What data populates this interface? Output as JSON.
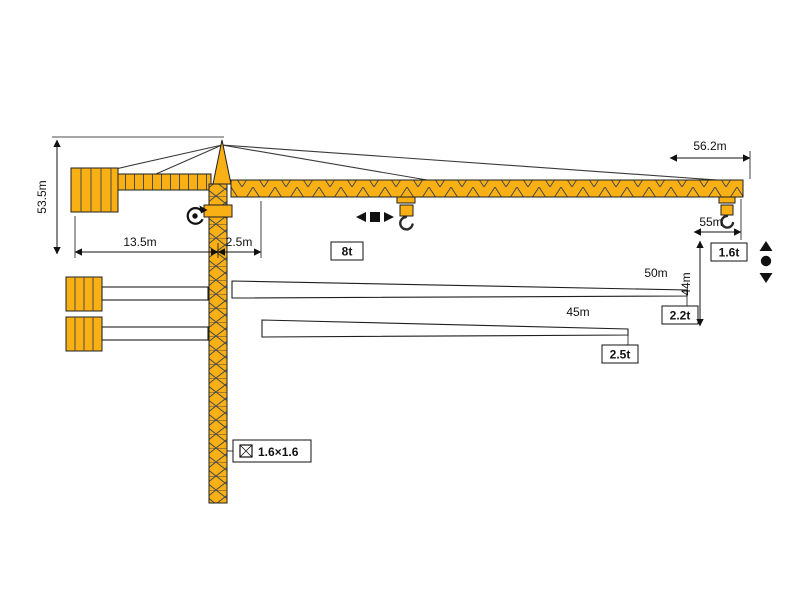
{
  "dimensions": {
    "height": "53.5m",
    "counter_jib_radius": "13.5m",
    "slew_offset": "2.5m",
    "overall_length": "56.2m",
    "tip_radius": "55m",
    "hook_height": "44m",
    "mast_section": "1.6×1.6"
  },
  "loads": {
    "max_capacity": "8t",
    "tip_capacity": "1.6t"
  },
  "variants": [
    {
      "length": "50m",
      "tip_load": "2.2t"
    },
    {
      "length": "45m",
      "tip_load": "2.5t"
    }
  ],
  "symbols": {
    "slewing_icon": "rotation-circle-arrow",
    "trolley_travel_icon": "left-right-trolley-arrows",
    "hook_travel_icon": "up-down-hoist-arrows",
    "mast_section_icon": "square-cross-section"
  },
  "colors": {
    "crane_yellow": "#F9B015",
    "lattice": "#4a4a4a",
    "outline": "#1f1f1f",
    "background": "#ffffff"
  }
}
